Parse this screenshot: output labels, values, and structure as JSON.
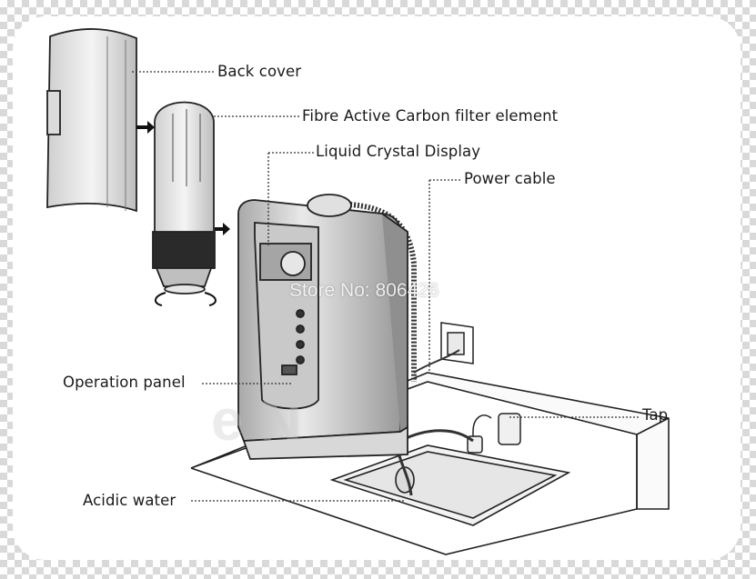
{
  "labels": {
    "back_cover": "Back cover",
    "filter": "Fibre Active Carbon filter element",
    "lcd": "Liquid Crystal Display",
    "power_cable": "Power cable",
    "operation_panel": "Operation panel",
    "tap": "Tap",
    "acidic_water": "Acidic water"
  },
  "watermark": {
    "store": "Store No: 806426",
    "partial": "e N"
  }
}
